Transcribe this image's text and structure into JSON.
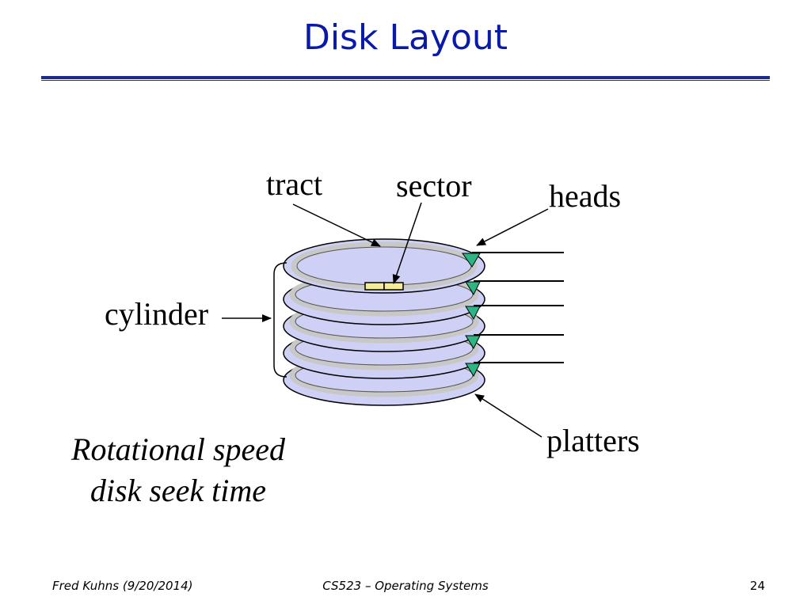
{
  "slide": {
    "title": "Disk Layout"
  },
  "diagram": {
    "labels": {
      "tract": "tract",
      "sector": "sector",
      "heads": "heads",
      "cylinder": "cylinder",
      "platters": "platters"
    },
    "platter_count": 5,
    "head_count": 5,
    "colors": {
      "platter_fill": "#cfd0f6",
      "track_ring": "#c8c8c8",
      "sector_fill": "#f3ec9a",
      "head_fill": "#2db583",
      "title": "#0a1aa8"
    }
  },
  "caption": {
    "line1": "Rotational speed",
    "line2": "disk seek time"
  },
  "footer": {
    "author": "Fred Kuhns (9/20/2014)",
    "course": "CS523 – Operating Systems",
    "page": "24"
  }
}
